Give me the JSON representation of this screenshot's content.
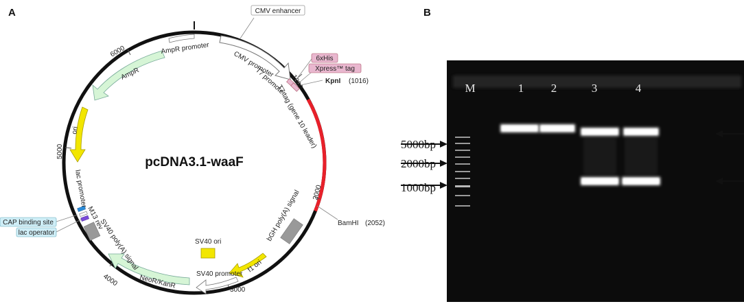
{
  "panels": {
    "a": "A",
    "b": "B"
  },
  "plasmid": {
    "name": "pcDNA3.1-waaF",
    "ticks": [
      "1000",
      "2000",
      "3000",
      "4000",
      "5000",
      "6000"
    ],
    "features": {
      "cmv_enhancer": "CMV enhancer",
      "cmv_promoter": "CMV promoter",
      "t7_promoter": "T7 promoter",
      "his": "6xHis",
      "xpress": "Xpress™ tag",
      "kpni": "KpnI",
      "kpni_pos": "(1016)",
      "t7_tag": "T7 tag (gene 10 leader)",
      "bamhi": "BamHI",
      "bamhi_pos": "(2052)",
      "bgh": "bGH poly(A) signal",
      "f1_ori": "f1 ori",
      "sv40_promoter": "SV40 promoter",
      "sv40_ori": "SV40 ori",
      "neor": "NeoR/KanR",
      "sv40_polya": "SV40 poly(A) signal",
      "lac_operator": "lac operator",
      "cap_site": "CAP binding site",
      "m13_rev": "M13 rev",
      "lac_promoter": "lac promoter",
      "ori": "ori",
      "ampr": "AmpR",
      "ampr_promoter": "AmpR promoter"
    }
  },
  "gel": {
    "lanes": [
      "M",
      "1",
      "2",
      "3",
      "4"
    ],
    "markers": [
      "5000bp",
      "2000bp",
      "1000bp"
    ]
  },
  "colors": {
    "insert": "#e8202a",
    "backbone": "#111111",
    "ampr": "#d6f5d6",
    "ori": "#f2e600",
    "tag": "#e9b7cf",
    "gel_bg": "#0c0c0c",
    "band": "#ffffff"
  }
}
